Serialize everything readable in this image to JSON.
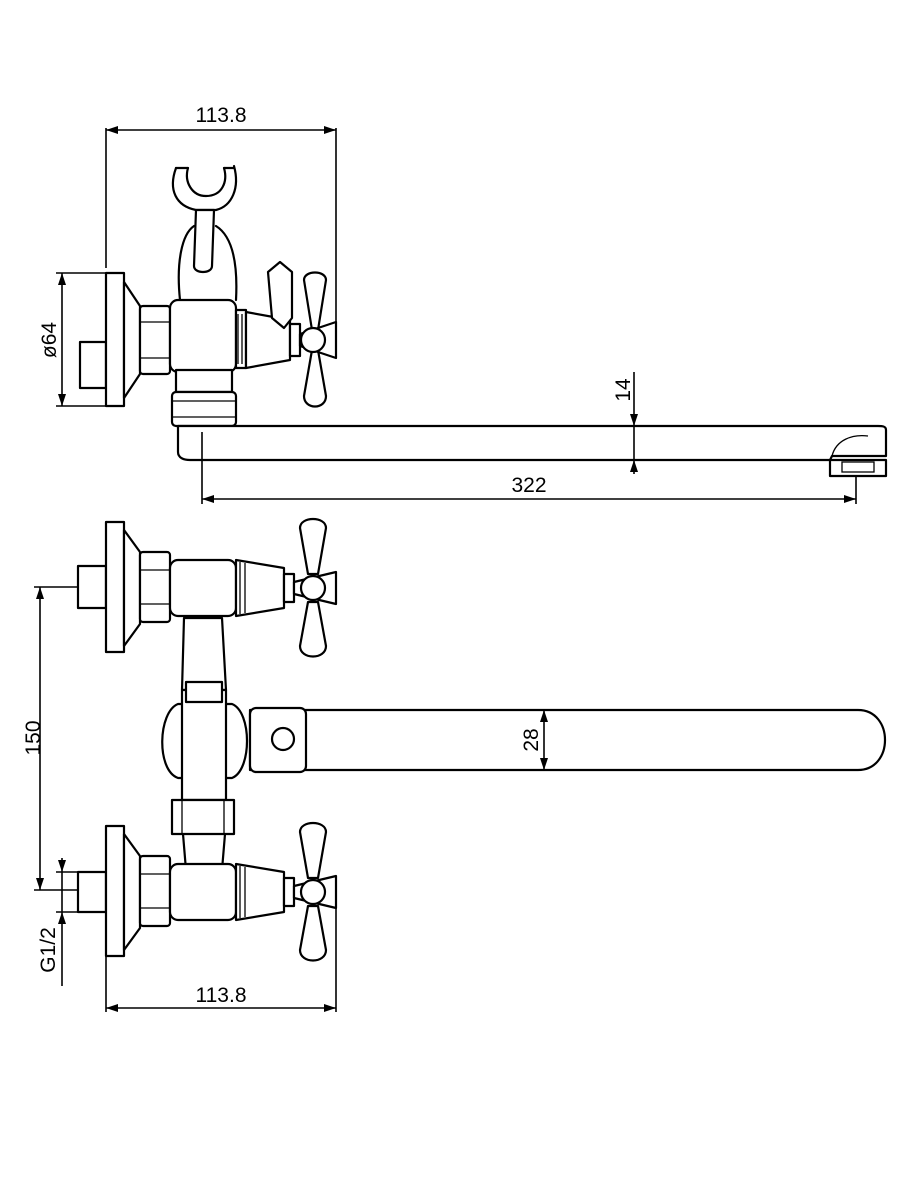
{
  "top_view": {
    "width_label": "113.8",
    "diameter_label": "ø64",
    "spout_height_label": "14",
    "spout_length_label": "322"
  },
  "front_view": {
    "width_label": "113.8",
    "spacing_label": "150",
    "thread_label": "G1/2",
    "spout_width_label": "28"
  }
}
